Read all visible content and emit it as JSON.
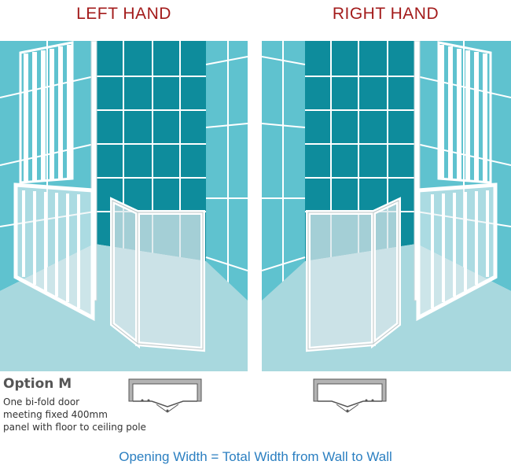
{
  "headings": {
    "left": "LEFT HAND",
    "right": "RIGHT HAND"
  },
  "option": {
    "title": "Option M",
    "description_lines": [
      "One bi-fold door",
      "meeting fixed 400mm",
      "panel with floor to ceiling pole"
    ]
  },
  "footer": "Opening Width = Total Width from Wall to Wall",
  "colors": {
    "heading": "#a31b1b",
    "footer": "#2b7fc1",
    "tile_dark": "#0e8c9c",
    "tile_light": "#5fc2cf",
    "floor": "#a8d8de",
    "frame": "#ffffff"
  }
}
